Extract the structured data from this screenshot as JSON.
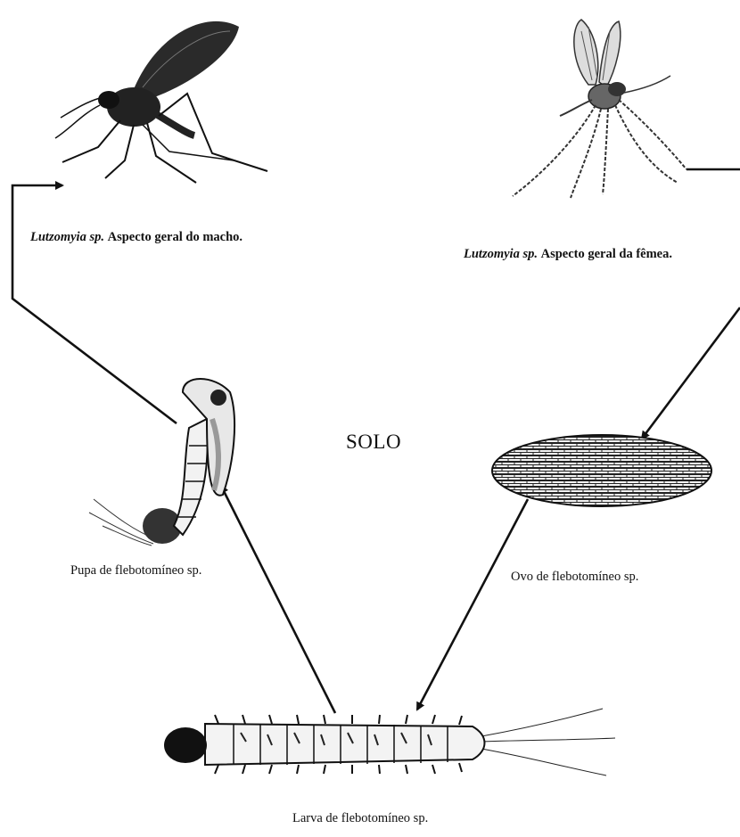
{
  "center_label": "SOLO",
  "stages": {
    "male": {
      "genus": "Lutzomyia sp.",
      "text": "Aspecto geral do macho."
    },
    "female": {
      "genus": "Lutzomyia sp.",
      "text": "Aspecto geral da fêmea."
    },
    "egg": {
      "caption": "Ovo de flebotomíneo sp."
    },
    "larva": {
      "caption": "Larva de flebotomíneo sp."
    },
    "pupa": {
      "caption": "Pupa de flebotomíneo sp."
    }
  }
}
